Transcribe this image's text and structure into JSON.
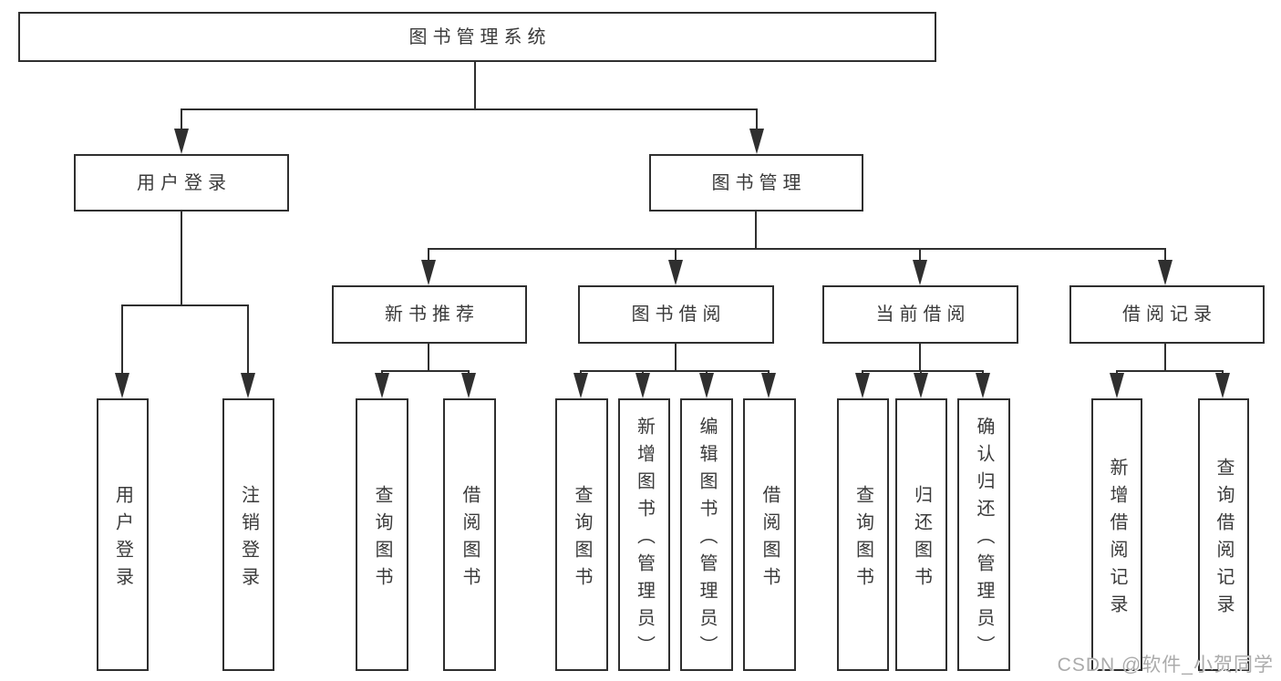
{
  "tree": {
    "label": "图书管理系统",
    "children": [
      {
        "label": "用户登录",
        "children": [
          {
            "label": "用户登录"
          },
          {
            "label": "注销登录"
          }
        ]
      },
      {
        "label": "图书管理",
        "children": [
          {
            "label": "新书推荐",
            "children": [
              {
                "label": "查询图书"
              },
              {
                "label": "借阅图书"
              }
            ]
          },
          {
            "label": "图书借阅",
            "children": [
              {
                "label": "查询图书"
              },
              {
                "label": "新增图书（管理员）"
              },
              {
                "label": "编辑图书（管理员）"
              },
              {
                "label": "借阅图书"
              }
            ]
          },
          {
            "label": "当前借阅",
            "children": [
              {
                "label": "查询图书"
              },
              {
                "label": "归还图书"
              },
              {
                "label": "确认归还（管理员）"
              }
            ]
          },
          {
            "label": "借阅记录",
            "children": [
              {
                "label": "新增借阅记录"
              },
              {
                "label": "查询借阅记录"
              }
            ]
          }
        ]
      }
    ]
  },
  "watermark": {
    "text": "CSDN @软件_小贺同学"
  },
  "colors": {
    "line": "#2f2f2f",
    "text": "#3a3a3a",
    "background": "#ffffff",
    "watermark": "#ababab"
  }
}
